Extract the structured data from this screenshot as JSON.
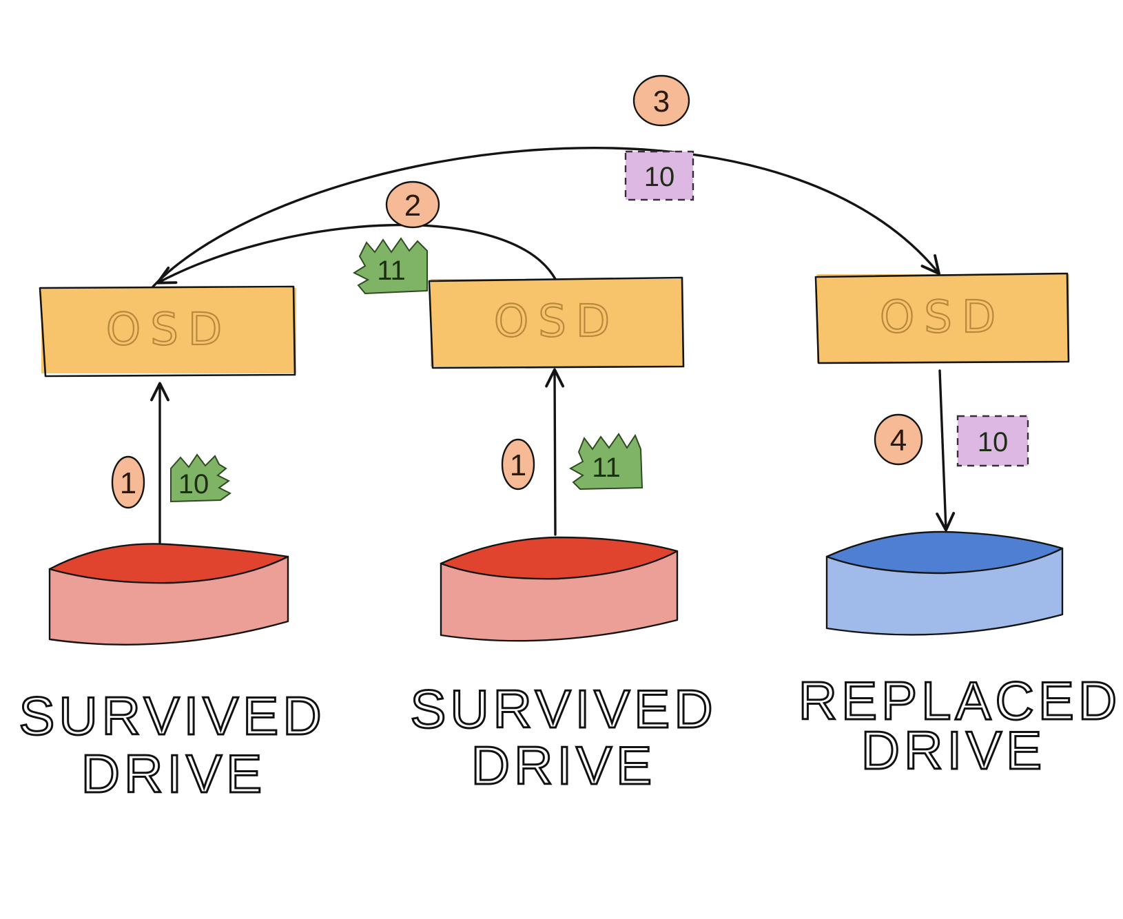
{
  "colors": {
    "osd_fill": "#f7c46c",
    "drive_survived": "#ea6e60",
    "drive_replaced": "#6f97dc",
    "step_fill": "#f6bb96",
    "chunk_read": "#7fb466",
    "chunk_write": "#dcb8e3"
  },
  "nodes": [
    {
      "osd_label": "OSD",
      "drive_state": "survived",
      "caption_line1": "SURVIVED",
      "caption_line2": "DRIVE"
    },
    {
      "osd_label": "OSD",
      "drive_state": "survived",
      "caption_line1": "SURVIVED",
      "caption_line2": "DRIVE"
    },
    {
      "osd_label": "OSD",
      "drive_state": "replaced",
      "caption_line1": "REPLACED",
      "caption_line2": "DRIVE"
    }
  ],
  "steps": [
    {
      "number": "1",
      "description_chunk": "10",
      "chunk_style": "torn-green"
    },
    {
      "number": "1",
      "description_chunk": "11",
      "chunk_style": "torn-green"
    },
    {
      "number": "2",
      "description_chunk": "11",
      "chunk_style": "torn-green"
    },
    {
      "number": "3",
      "description_chunk": "10",
      "chunk_style": "dashed-purple"
    },
    {
      "number": "4",
      "description_chunk": "10",
      "chunk_style": "dashed-purple"
    }
  ]
}
